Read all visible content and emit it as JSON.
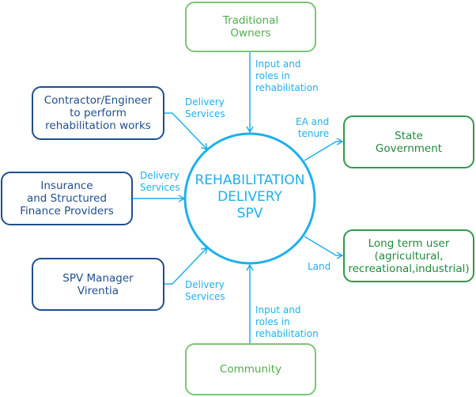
{
  "center": {
    "lines": [
      "REHABILITATION",
      "DELIVERY",
      "SPV"
    ]
  },
  "nodes": {
    "traditional_owners": "Traditional\nOwners",
    "community": "Community",
    "state_government": "State\nGovernment",
    "long_term_user": "Long term user\n(agricultural,\nrecreational,industrial)",
    "contractor": "Contractor/Engineer\nto perform\nrehabilitation works",
    "insurance": "Insurance\nand Structured\nFinance Providers",
    "spv_manager": "SPV Manager\nVirentia"
  },
  "edges": {
    "traditional_owners": "Input and\nroles in\nrehabilitation",
    "community": "Input and\nroles in\nrehabilitation",
    "state_government": "EA and\ntenure",
    "long_term_user": "Land",
    "contractor": "Delivery\nServices",
    "insurance": "Delivery\nServices",
    "spv_manager": "Delivery\nServices"
  },
  "colors": {
    "navy": "#1f4e8c",
    "cyan": "#1eb0ea",
    "green": "#2e9a4a",
    "light_green": "#7cc576"
  }
}
